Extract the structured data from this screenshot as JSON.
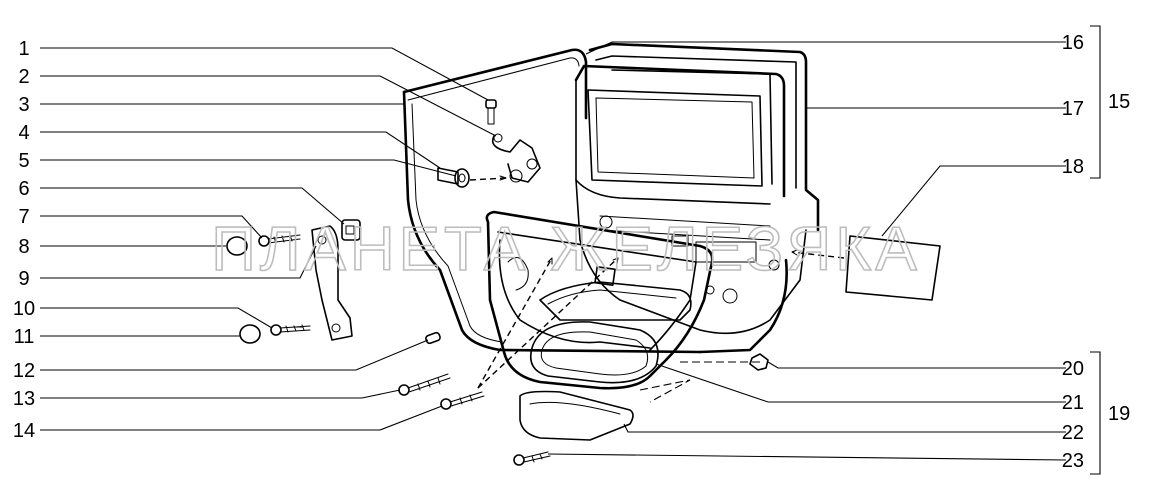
{
  "callouts_left": [
    "1",
    "2",
    "3",
    "4",
    "5",
    "6",
    "7",
    "8",
    "9",
    "10",
    "11",
    "12",
    "13",
    "14"
  ],
  "callouts_right": [
    "16",
    "17",
    "18",
    "20",
    "21",
    "22",
    "23"
  ],
  "groups": [
    "15",
    "19"
  ],
  "watermark": "ПЛАНЕТА ЖЕЛЕЗЯКА"
}
